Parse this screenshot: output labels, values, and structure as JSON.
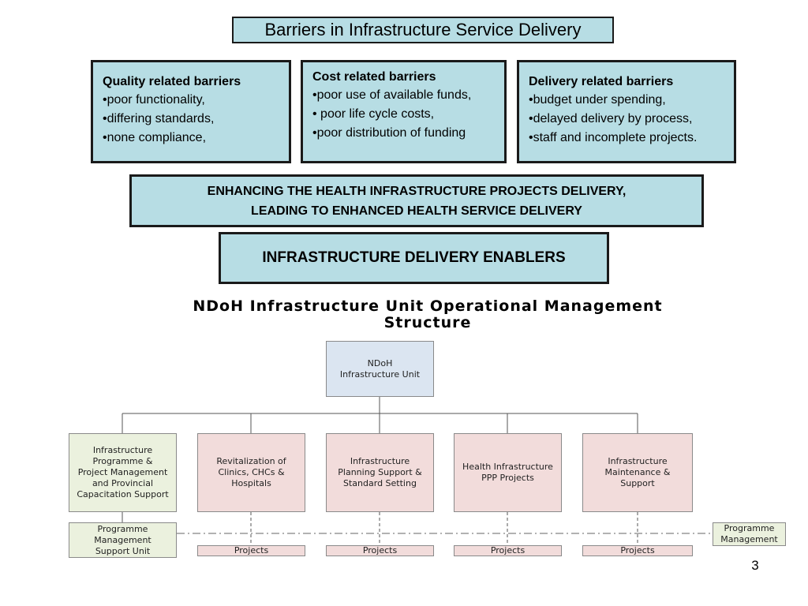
{
  "title": "Barriers in Infrastructure Service Delivery",
  "barriers": [
    {
      "heading": "Quality related barriers",
      "items": [
        "•poor functionality,",
        "•differing standards,",
        "•none compliance,"
      ]
    },
    {
      "heading": "Cost related barriers",
      "items": [
        "•poor use of available funds,",
        "• poor life cycle costs,",
        "•poor distribution of funding"
      ]
    },
    {
      "heading": "Delivery related barriers",
      "items": [
        "•budget under spending,",
        "•delayed delivery by process,",
        "•staff and incomplete projects."
      ]
    }
  ],
  "enhancing": {
    "line1": "ENHANCING THE HEALTH INFRASTRUCTURE PROJECTS DELIVERY,",
    "line2": "LEADING TO ENHANCED HEALTH SERVICE DELIVERY"
  },
  "enablers": "INFRASTRUCTURE DELIVERY ENABLERS",
  "org": {
    "title_line1": "NDoH Infrastructure Unit Operational Management",
    "title_line2": "Structure",
    "root": "NDoH\nInfrastructure Unit",
    "units": [
      "Infrastructure\nProgramme &\nProject Management\nand Provincial\nCapacitation Support",
      "Revitalization of\nClinics, CHCs &\nHospitals",
      "Infrastructure\nPlanning Support &\nStandard Setting",
      "Health Infrastructure\nPPP Projects",
      "Infrastructure\nMaintenance &\nSupport"
    ],
    "support_unit": "Programme\nManagement\nSupport Unit",
    "programme_management": "Programme\nManagement",
    "projects_label": "Projects",
    "colors": {
      "root": "#dbe5f1",
      "green": "#ebf1de",
      "pink": "#f2dcdb",
      "banner": "#b7dde4"
    }
  },
  "page_number": "3"
}
